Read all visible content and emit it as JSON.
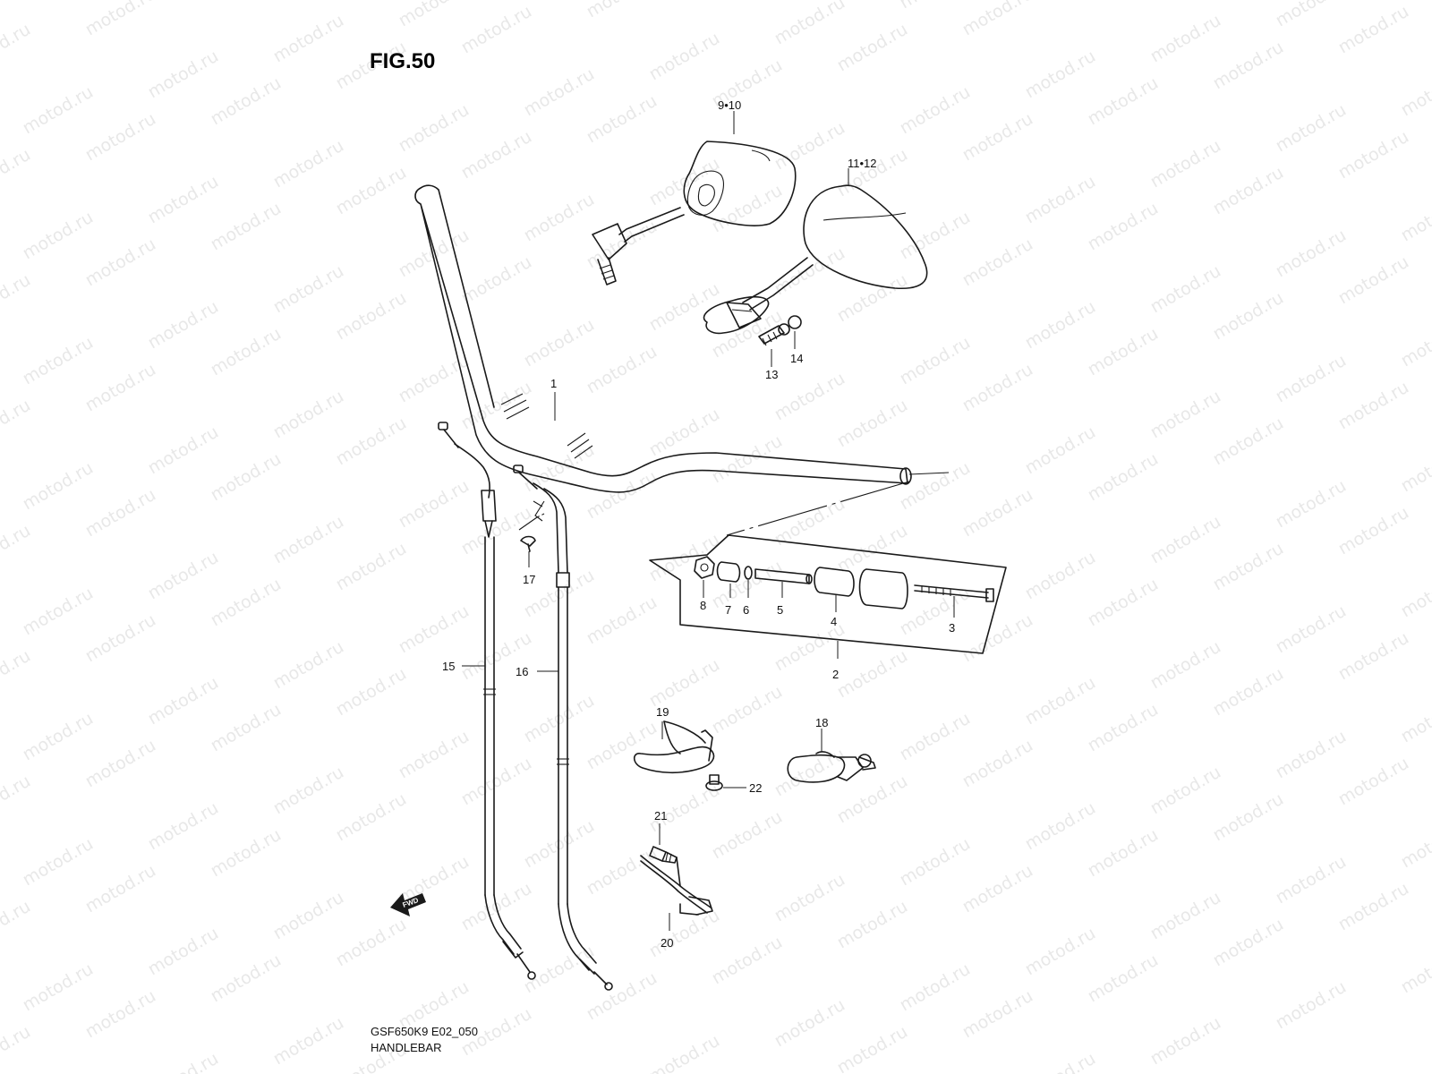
{
  "figure_title": "FIG.50",
  "footer": {
    "code": "GSF650K9 E02_050",
    "name": "HANDLEBAR"
  },
  "watermark_text": "motod.ru",
  "fwd_label": "FWD",
  "callouts": {
    "c1": "1",
    "c2": "2",
    "c3": "3",
    "c4": "4",
    "c5": "5",
    "c6": "6",
    "c7": "7",
    "c8": "8",
    "c9_10": "9•10",
    "c11_12": "11•12",
    "c13": "13",
    "c14": "14",
    "c15": "15",
    "c16": "16",
    "c17": "17",
    "c18": "18",
    "c19": "19",
    "c20": "20",
    "c21": "21",
    "c22": "22"
  },
  "colors": {
    "line": "#1a1a1a",
    "watermark": "#e8e8e8",
    "background": "#ffffff"
  }
}
